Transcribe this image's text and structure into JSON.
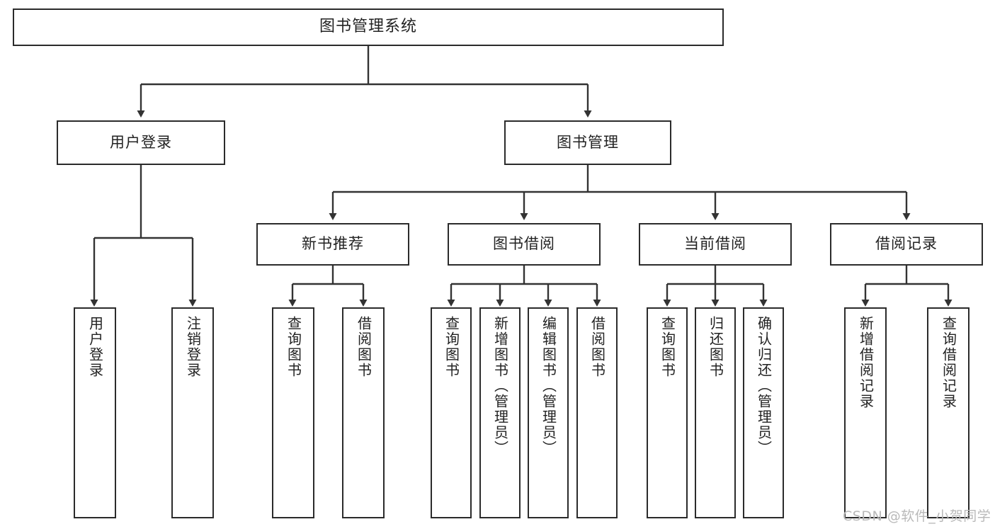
{
  "diagram": {
    "type": "tree",
    "title": "图书管理系统",
    "watermark": "CSDN @软件_小贺同学",
    "colors": {
      "box_border": "#2b2b2b",
      "box_fill": "#ffffff",
      "connector": "#333333",
      "text": "#222222",
      "watermark": "#b9b9b9"
    },
    "nodes": {
      "root": {
        "label": "图书管理系统"
      },
      "level2": [
        {
          "label": "用户登录"
        },
        {
          "label": "图书管理"
        }
      ],
      "level3": [
        {
          "label": "新书推荐"
        },
        {
          "label": "图书借阅"
        },
        {
          "label": "当前借阅"
        },
        {
          "label": "借阅记录"
        }
      ],
      "leaves": {
        "user_login": [
          {
            "label": "用户登录"
          },
          {
            "label": "注销登录"
          }
        ],
        "new_book": [
          {
            "label": "查询图书"
          },
          {
            "label": "借阅图书"
          }
        ],
        "book_borrow": [
          {
            "label": "查询图书"
          },
          {
            "label": "新增图书（管理员）"
          },
          {
            "label": "编辑图书（管理员）"
          },
          {
            "label": "借阅图书"
          }
        ],
        "current_borrow": [
          {
            "label": "查询图书"
          },
          {
            "label": "归还图书"
          },
          {
            "label": "确认归还（管理员）"
          }
        ],
        "borrow_record": [
          {
            "label": "新增借阅记录"
          },
          {
            "label": "查询借阅记录"
          }
        ]
      }
    }
  }
}
